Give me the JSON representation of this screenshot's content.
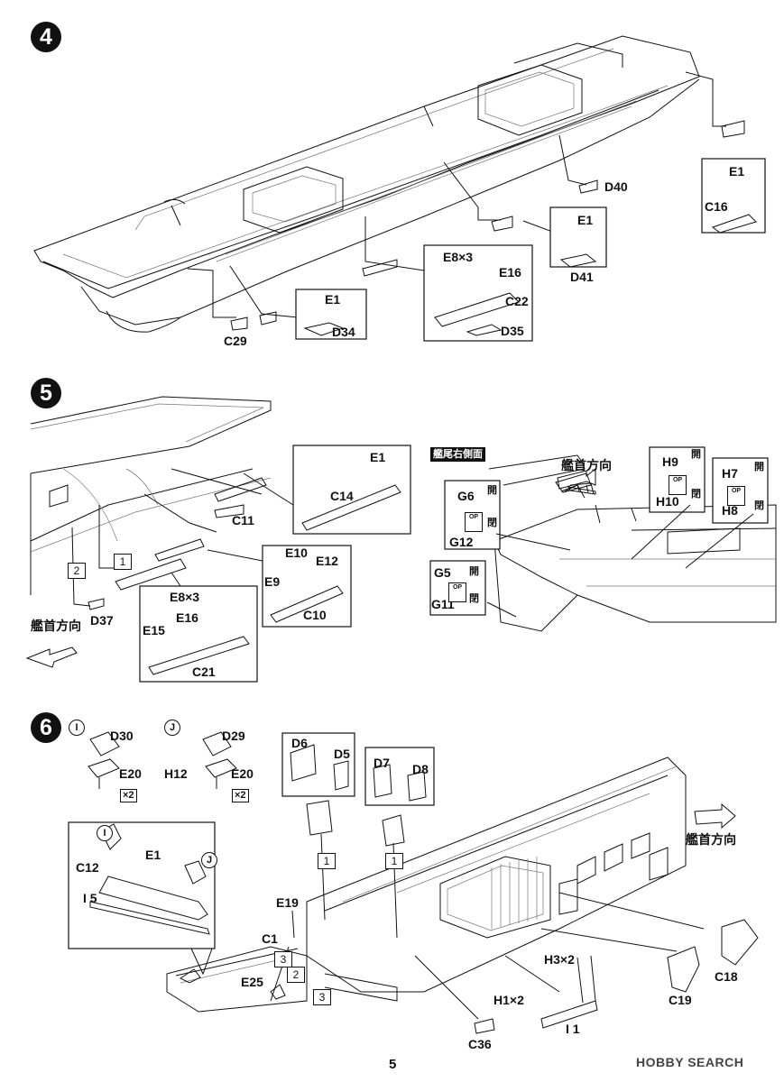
{
  "page_number": "5",
  "watermark": "HOBBY SEARCH",
  "steps": [
    {
      "number": "4",
      "part_labels": [
        "E1",
        "C16",
        "D40",
        "E1",
        "D41",
        "E8×3",
        "E16",
        "C22",
        "D35",
        "E1",
        "D34",
        "C29"
      ]
    },
    {
      "number": "5",
      "part_labels": [
        "E1",
        "C14",
        "C11",
        "E10",
        "E12",
        "E9",
        "C10",
        "E8×3",
        "E16",
        "E15",
        "C21",
        "D37"
      ],
      "sequence_marks": [
        "1",
        "2"
      ],
      "bow_direction_label": "艦首方向",
      "stern_view_tag": "艦尾右側面",
      "stern_view_labels": [
        "艦首方向",
        "H9",
        "開",
        "H10",
        "閉",
        "H7",
        "開",
        "H8",
        "閉",
        "G6",
        "開",
        "閉",
        "G12",
        "G5",
        "開",
        "閉",
        "G11"
      ],
      "op_mark": "OP"
    },
    {
      "number": "6",
      "variants": [
        {
          "mark": "I",
          "parts": [
            "D30",
            "E20"
          ],
          "multiplier": "×2"
        },
        {
          "mark": "J",
          "parts": [
            "D29",
            "H12",
            "E20"
          ],
          "multiplier": "×2"
        }
      ],
      "part_labels": [
        "D6",
        "D5",
        "D7",
        "D8",
        "C12",
        "E1",
        "I 5",
        "E19",
        "C1",
        "E25",
        "C36",
        "H3×2",
        "H1×2",
        "I 1",
        "C18",
        "C19"
      ],
      "sequence_marks": [
        "1",
        "1",
        "3",
        "2",
        "3"
      ],
      "bow_direction_label": "艦首方向"
    }
  ]
}
